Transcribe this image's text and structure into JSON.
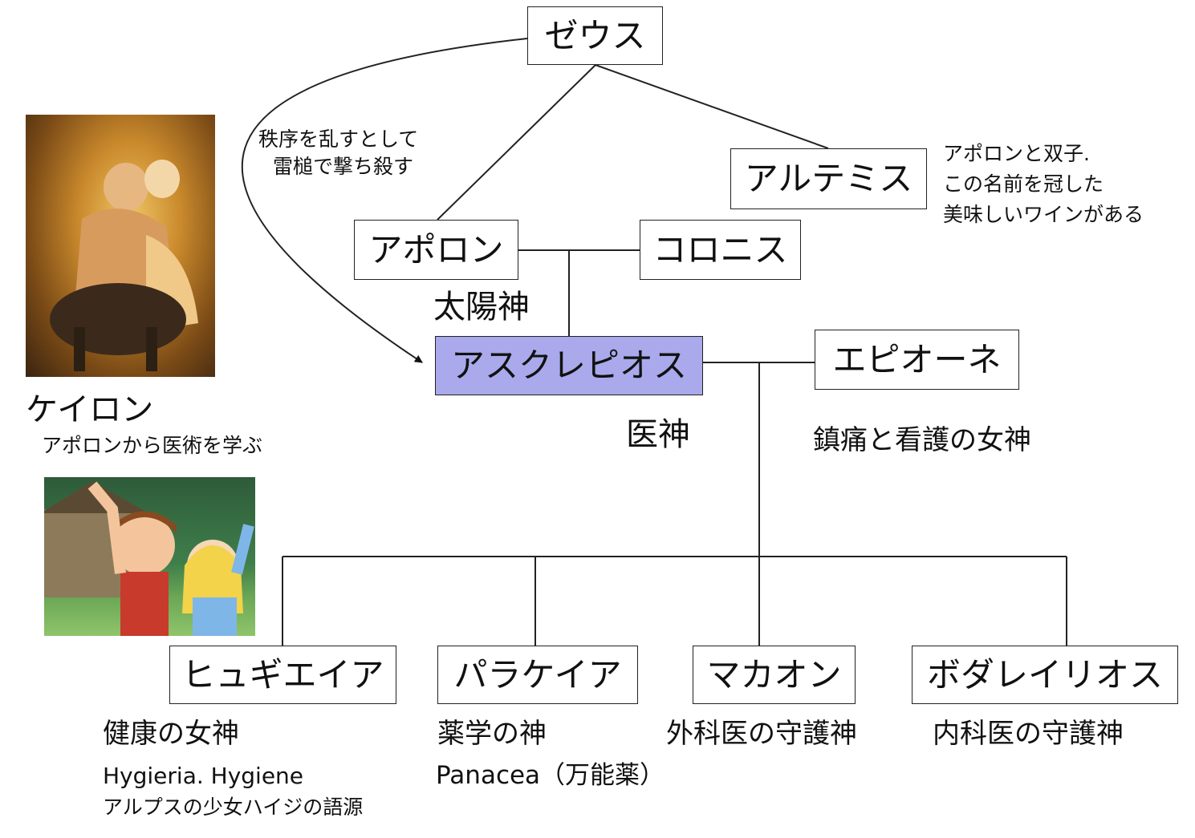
{
  "nodes": {
    "zeus": "ゼウス",
    "artemis": "アルテミス",
    "apollo": "アポロン",
    "coronis": "コロニス",
    "asclepius": "アスクレピオス",
    "epione": "エピオーネ",
    "hygieia": "ヒュギエイア",
    "panacea": "パラケイア",
    "machaon": "マカオン",
    "podalirius": "ボダレイリオス"
  },
  "notes": {
    "zeus_strike_1": "秩序を乱すとして",
    "zeus_strike_2": "雷槌で撃ち殺す",
    "artemis_1": "アポロンと双子.",
    "artemis_2": "この名前を冠した",
    "artemis_3": "美味しいワインがある",
    "apollo": "太陽神",
    "asclepius": "医神",
    "epione": "鎮痛と看護の女神",
    "chiron_name": "ケイロン",
    "chiron_note": "アポロンから医術を学ぶ",
    "hygieia_1": "健康の女神",
    "hygieia_2": "Hygieria.  Hygiene",
    "hygieia_3": "アルプスの少女ハイジの語源",
    "panacea_1": "薬学の神",
    "panacea_2": "Panacea（万能薬）",
    "machaon": "外科医の守護神",
    "podalirius": "内科医の守護神"
  },
  "colors": {
    "highlight": "#a9a9ec",
    "line": "#222222"
  }
}
